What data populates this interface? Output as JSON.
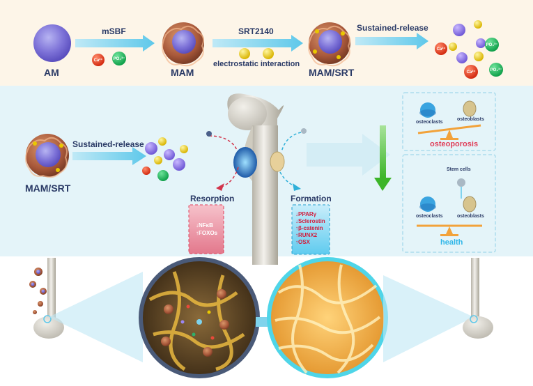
{
  "top": {
    "am_label": "AM",
    "arrow1_label": "mSBF",
    "ca_ion": "Ca²⁺",
    "po4_ion": "PO₄³⁻",
    "mam_label": "MAM",
    "arrow2_label_top": "SRT2140",
    "arrow2_label_bottom": "electrostatic interaction",
    "mamsrt_label": "MAM/SRT",
    "arrow3_label": "Sustained-release",
    "release_ca_1": "Ca²⁺",
    "release_ca_2": "Ca²⁺",
    "release_po4_1": "PO₄³⁻",
    "release_po4_2": "PO₄³⁻"
  },
  "middle": {
    "mamsrt_label": "MAM/SRT",
    "release_label": "Sustained-release",
    "resorption": {
      "title": "Resorption",
      "items": [
        "↓NFκB",
        "↑FOXOs"
      ]
    },
    "formation": {
      "title": "Formation",
      "items": [
        "↓PPARγ",
        "↓Sclerostin",
        "↑β-catenin",
        "↑RUNX2",
        "↑OSX"
      ]
    },
    "osteoporosis_panel": {
      "left_cell": "osteoclasts",
      "right_cell": "osteoblasts",
      "state": "osteoporosis"
    },
    "health_panel": {
      "stem": "Stem cells",
      "left_cell": "osteoclasts",
      "right_cell": "osteoblasts",
      "state": "health"
    }
  },
  "colors": {
    "top_band": "#fdf6ea",
    "middle_band": "#e3f3f8",
    "arrow": "#7fd3ec",
    "osteoporosis": "#e0405a",
    "health": "#2fb6e8",
    "resorption_box": "#e5788c",
    "formation_box": "#28b8e6",
    "green_arrow": "#4cbf3c",
    "scale": "#f2a23a"
  }
}
